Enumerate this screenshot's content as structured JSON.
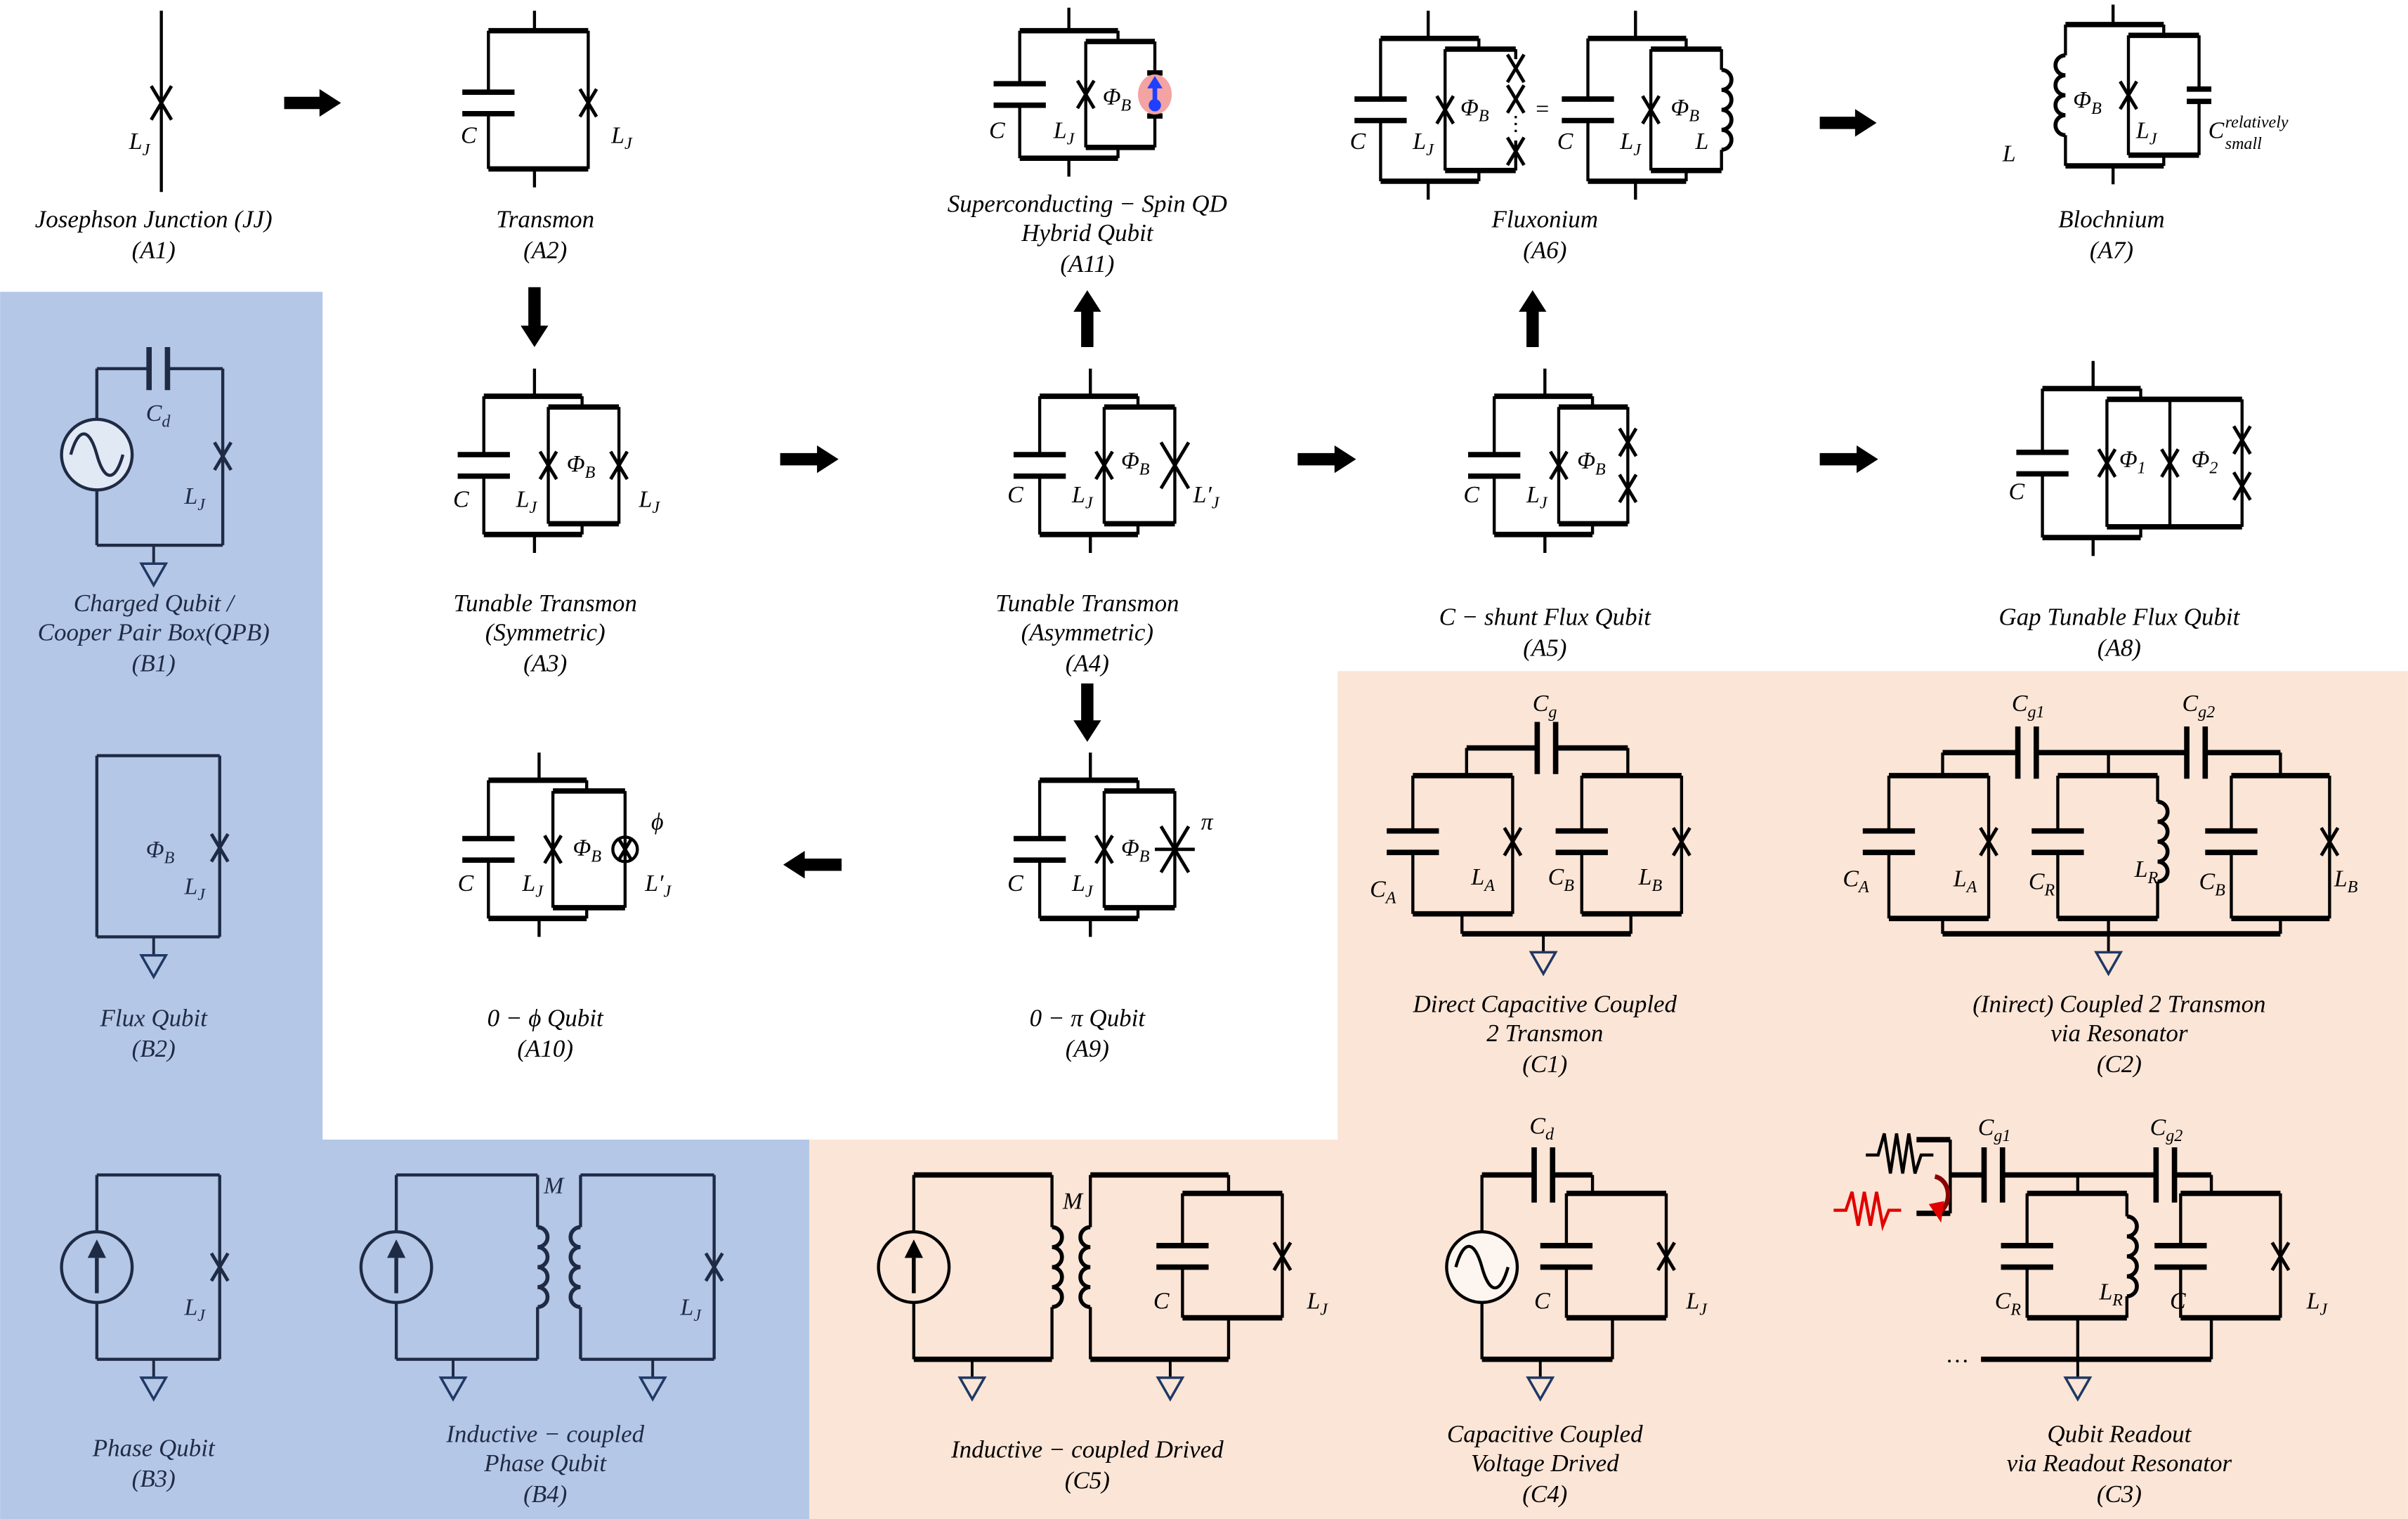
{
  "colors": {
    "blue_region": "#b4c7e7",
    "peach_region": "#fbe5d6",
    "spin_highlight": "#f4a3a3",
    "spin_arrow": "#1f3fff",
    "drive_signal": "#e00000",
    "ground": "#1f3864"
  },
  "circuits": {
    "A1": {
      "title": [
        "Josephson Junction (JJ)"
      ],
      "id": "(A1)",
      "labels": [
        [
          "L",
          "J"
        ]
      ]
    },
    "A2": {
      "title": [
        "Transmon"
      ],
      "id": "(A2)",
      "labels": [
        [
          "C",
          ""
        ],
        [
          "L",
          "J"
        ]
      ]
    },
    "A11": {
      "title": [
        "Superconducting − Spin QD",
        "Hybrid Qubit"
      ],
      "id": "(A11)",
      "labels": [
        [
          "C",
          ""
        ],
        [
          "L",
          "J"
        ],
        [
          "Φ",
          "B"
        ]
      ]
    },
    "A6": {
      "title": [
        "Fluxonium"
      ],
      "id": "(A6)",
      "labels": [
        [
          "C",
          ""
        ],
        [
          "L",
          "J"
        ],
        [
          "Φ",
          "B"
        ],
        [
          "=",
          ""
        ],
        [
          "C",
          ""
        ],
        [
          "L",
          "J"
        ],
        [
          "Φ",
          "B"
        ],
        [
          "L",
          ""
        ]
      ]
    },
    "A7": {
      "title": [
        "Blochnium"
      ],
      "id": "(A7)",
      "labels": [
        [
          "L",
          ""
        ],
        [
          "Φ",
          "B"
        ],
        [
          "L",
          "J"
        ],
        [
          "C",
          "small",
          "relatively"
        ]
      ]
    },
    "A3": {
      "title": [
        "Tunable Transmon",
        "(Symmetric)"
      ],
      "id": "(A3)",
      "labels": [
        [
          "C",
          ""
        ],
        [
          "L",
          "J"
        ],
        [
          "Φ",
          "B"
        ],
        [
          "L",
          "J"
        ]
      ]
    },
    "A4": {
      "title": [
        "Tunable Transmon",
        "(Asymmetric)"
      ],
      "id": "(A4)",
      "labels": [
        [
          "C",
          ""
        ],
        [
          "L",
          "J"
        ],
        [
          "Φ",
          "B"
        ],
        [
          "L′",
          "J"
        ]
      ]
    },
    "A5": {
      "title": [
        "C − shunt Flux Qubit"
      ],
      "id": "(A5)",
      "labels": [
        [
          "C",
          ""
        ],
        [
          "L",
          "J"
        ],
        [
          "Φ",
          "B"
        ]
      ]
    },
    "A8": {
      "title": [
        "Gap Tunable Flux Qubit"
      ],
      "id": "(A8)",
      "labels": [
        [
          "C",
          ""
        ],
        [
          "Φ",
          "1"
        ],
        [
          "Φ",
          "2"
        ]
      ]
    },
    "A9": {
      "title": [
        "0 − π Qubit"
      ],
      "id": "(A9)",
      "labels": [
        [
          "C",
          ""
        ],
        [
          "L",
          "J"
        ],
        [
          "Φ",
          "B"
        ],
        [
          "π",
          ""
        ]
      ]
    },
    "A10": {
      "title": [
        "0 − ϕ Qubit"
      ],
      "id": "(A10)",
      "labels": [
        [
          "C",
          ""
        ],
        [
          "L",
          "J"
        ],
        [
          "Φ",
          "B"
        ],
        [
          "ϕ",
          ""
        ],
        [
          "L′",
          "J"
        ]
      ]
    },
    "B1": {
      "title": [
        "Charged Qubit /",
        "Cooper Pair Box(QPB)"
      ],
      "id": "(B1)",
      "labels": [
        [
          "C",
          "d"
        ],
        [
          "L",
          "J"
        ]
      ]
    },
    "B2": {
      "title": [
        "Flux Qubit"
      ],
      "id": "(B2)",
      "labels": [
        [
          "Φ",
          "B"
        ],
        [
          "L",
          "J"
        ]
      ]
    },
    "B3": {
      "title": [
        "Phase Qubit"
      ],
      "id": "(B3)",
      "labels": [
        [
          "L",
          "J"
        ]
      ]
    },
    "B4": {
      "title": [
        "Inductive − coupled",
        "Phase Qubit"
      ],
      "id": "(B4)",
      "labels": [
        [
          "M",
          ""
        ],
        [
          "L",
          "J"
        ]
      ]
    },
    "C1": {
      "title": [
        "Direct Capacitive Coupled",
        "2 Transmon"
      ],
      "id": "(C1)",
      "labels": [
        [
          "C",
          "g"
        ],
        [
          "C",
          "A"
        ],
        [
          "L",
          "A"
        ],
        [
          "C",
          "B"
        ],
        [
          "L",
          "B"
        ]
      ]
    },
    "C2": {
      "title": [
        "(Inirect) Coupled 2 Transmon",
        "via Resonator"
      ],
      "id": "(C2)",
      "labels": [
        [
          "C",
          "g1"
        ],
        [
          "C",
          "g2"
        ],
        [
          "C",
          "A"
        ],
        [
          "L",
          "A"
        ],
        [
          "C",
          "R"
        ],
        [
          "L",
          "R"
        ],
        [
          "C",
          "B"
        ],
        [
          "L",
          "B"
        ]
      ]
    },
    "C3": {
      "title": [
        "Qubit Readout",
        "via Readout Resonator"
      ],
      "id": "(C3)",
      "labels": [
        [
          "C",
          "g1"
        ],
        [
          "C",
          "g2"
        ],
        [
          "C",
          "R"
        ],
        [
          "L",
          "R"
        ],
        [
          "C",
          ""
        ],
        [
          "L",
          "J"
        ],
        [
          "…",
          ""
        ]
      ]
    },
    "C4": {
      "title": [
        "Capacitive Coupled",
        "Voltage Drived"
      ],
      "id": "(C4)",
      "labels": [
        [
          "C",
          "d"
        ],
        [
          "C",
          ""
        ],
        [
          "L",
          "J"
        ]
      ]
    },
    "C5": {
      "title": [
        "Inductive − coupled Drived"
      ],
      "id": "(C5)",
      "labels": [
        [
          "M",
          ""
        ],
        [
          "C",
          ""
        ],
        [
          "L",
          "J"
        ]
      ]
    }
  }
}
